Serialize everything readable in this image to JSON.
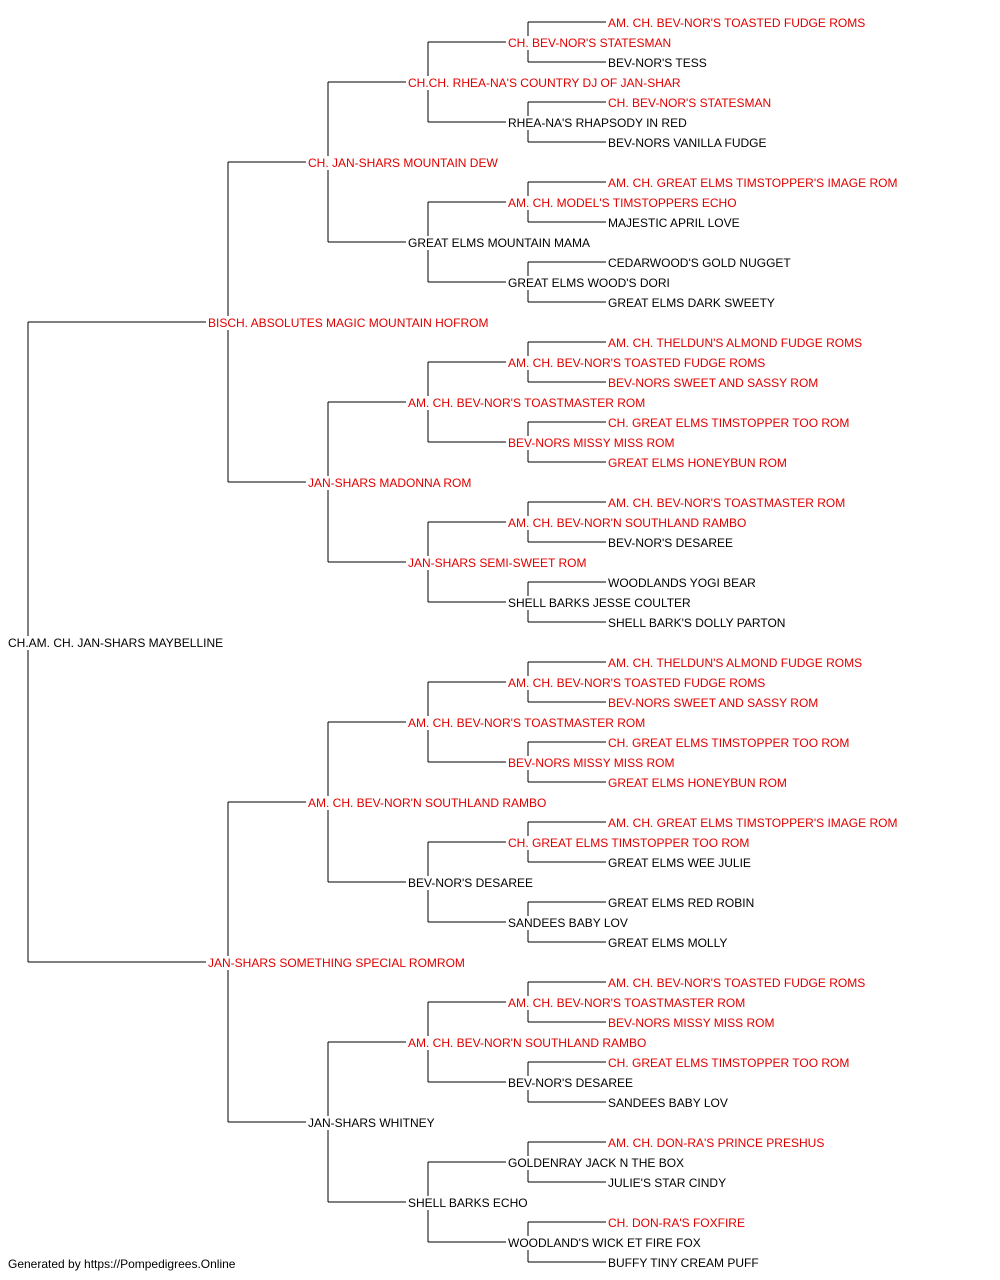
{
  "colors": {
    "line": "#000000",
    "titled": "#e00000",
    "plain": "#000000"
  },
  "subject": {
    "name": "CH.AM. CH. JAN-SHARS MAYBELLINE",
    "titled": false
  },
  "sire": {
    "name": "BISCH. ABSOLUTES MAGIC MOUNTAIN HOFROM",
    "titled": true
  },
  "dam": {
    "name": "JAN-SHARS SOMETHING SPECIAL ROMROM",
    "titled": true
  },
  "grandparents": [
    {
      "name": "CH. JAN-SHARS MOUNTAIN DEW",
      "titled": true
    },
    {
      "name": "JAN-SHARS MADONNA ROM",
      "titled": true
    },
    {
      "name": "AM. CH. BEV-NOR'N SOUTHLAND RAMBO",
      "titled": true
    },
    {
      "name": "JAN-SHARS WHITNEY",
      "titled": false
    }
  ],
  "great_grandparents": [
    {
      "name": "CH.CH. RHEA-NA'S COUNTRY DJ OF JAN-SHAR",
      "titled": true
    },
    {
      "name": "GREAT ELMS MOUNTAIN MAMA",
      "titled": false
    },
    {
      "name": "AM. CH. BEV-NOR'S TOASTMASTER ROM",
      "titled": true
    },
    {
      "name": "JAN-SHARS SEMI-SWEET ROM",
      "titled": true
    },
    {
      "name": "AM. CH. BEV-NOR'S TOASTMASTER ROM",
      "titled": true
    },
    {
      "name": "BEV-NOR'S DESAREE",
      "titled": false
    },
    {
      "name": "AM. CH. BEV-NOR'N SOUTHLAND RAMBO",
      "titled": true
    },
    {
      "name": "SHELL BARKS ECHO",
      "titled": false
    }
  ],
  "gen4": [
    {
      "name": "CH. BEV-NOR'S STATESMAN",
      "titled": true
    },
    {
      "name": "RHEA-NA'S RHAPSODY IN RED",
      "titled": false
    },
    {
      "name": "AM. CH. MODEL'S TIMSTOPPERS ECHO",
      "titled": true
    },
    {
      "name": "GREAT ELMS WOOD'S DORI",
      "titled": false
    },
    {
      "name": "AM. CH. BEV-NOR'S TOASTED FUDGE ROMS",
      "titled": true
    },
    {
      "name": "BEV-NORS MISSY MISS ROM",
      "titled": true
    },
    {
      "name": "AM. CH. BEV-NOR'N SOUTHLAND RAMBO",
      "titled": true
    },
    {
      "name": "SHELL BARKS JESSE COULTER",
      "titled": false
    },
    {
      "name": "AM. CH. BEV-NOR'S TOASTED FUDGE ROMS",
      "titled": true
    },
    {
      "name": "BEV-NORS MISSY MISS ROM",
      "titled": true
    },
    {
      "name": "CH. GREAT ELMS TIMSTOPPER TOO ROM",
      "titled": true
    },
    {
      "name": "SANDEES BABY LOV",
      "titled": false
    },
    {
      "name": "AM. CH. BEV-NOR'S TOASTMASTER ROM",
      "titled": true
    },
    {
      "name": "BEV-NOR'S DESAREE",
      "titled": false
    },
    {
      "name": "GOLDENRAY JACK N THE BOX",
      "titled": false
    },
    {
      "name": "WOODLAND'S WICK ET FIRE FOX",
      "titled": false
    }
  ],
  "gen5": [
    {
      "name": "AM. CH. BEV-NOR'S TOASTED FUDGE ROMS",
      "titled": true
    },
    {
      "name": "BEV-NOR'S TESS",
      "titled": false
    },
    {
      "name": "CH. BEV-NOR'S STATESMAN",
      "titled": true
    },
    {
      "name": "BEV-NORS VANILLA FUDGE",
      "titled": false
    },
    {
      "name": "AM. CH. GREAT ELMS TIMSTOPPER'S IMAGE ROM",
      "titled": true
    },
    {
      "name": "MAJESTIC APRIL LOVE",
      "titled": false
    },
    {
      "name": "CEDARWOOD'S GOLD NUGGET",
      "titled": false
    },
    {
      "name": "GREAT ELMS DARK SWEETY",
      "titled": false
    },
    {
      "name": "AM. CH. THELDUN'S ALMOND FUDGE ROMS",
      "titled": true
    },
    {
      "name": "BEV-NORS SWEET AND SASSY ROM",
      "titled": true
    },
    {
      "name": "CH. GREAT ELMS TIMSTOPPER TOO ROM",
      "titled": true
    },
    {
      "name": "GREAT ELMS HONEYBUN ROM",
      "titled": true
    },
    {
      "name": "AM. CH. BEV-NOR'S TOASTMASTER ROM",
      "titled": true
    },
    {
      "name": "BEV-NOR'S DESAREE",
      "titled": false
    },
    {
      "name": "WOODLANDS YOGI BEAR",
      "titled": false
    },
    {
      "name": "SHELL BARK'S DOLLY PARTON",
      "titled": false
    },
    {
      "name": "AM. CH. THELDUN'S ALMOND FUDGE ROMS",
      "titled": true
    },
    {
      "name": "BEV-NORS SWEET AND SASSY ROM",
      "titled": true
    },
    {
      "name": "CH. GREAT ELMS TIMSTOPPER TOO ROM",
      "titled": true
    },
    {
      "name": "GREAT ELMS HONEYBUN ROM",
      "titled": true
    },
    {
      "name": "AM. CH. GREAT ELMS TIMSTOPPER'S IMAGE ROM",
      "titled": true
    },
    {
      "name": "GREAT ELMS WEE JULIE",
      "titled": false
    },
    {
      "name": "GREAT ELMS RED ROBIN",
      "titled": false
    },
    {
      "name": "GREAT ELMS MOLLY",
      "titled": false
    },
    {
      "name": "AM. CH. BEV-NOR'S TOASTED FUDGE ROMS",
      "titled": true
    },
    {
      "name": "BEV-NORS MISSY MISS ROM",
      "titled": true
    },
    {
      "name": "CH. GREAT ELMS TIMSTOPPER TOO ROM",
      "titled": true
    },
    {
      "name": "SANDEES BABY LOV",
      "titled": false
    },
    {
      "name": "AM. CH. DON-RA'S PRINCE PRESHUS",
      "titled": true
    },
    {
      "name": "JULIE'S STAR CINDY",
      "titled": false
    },
    {
      "name": "CH. DON-RA'S FOXFIRE",
      "titled": true
    },
    {
      "name": "BUFFY TINY CREAM PUFF",
      "titled": false
    }
  ],
  "footer": "Generated by https://Pompedigrees.Online"
}
